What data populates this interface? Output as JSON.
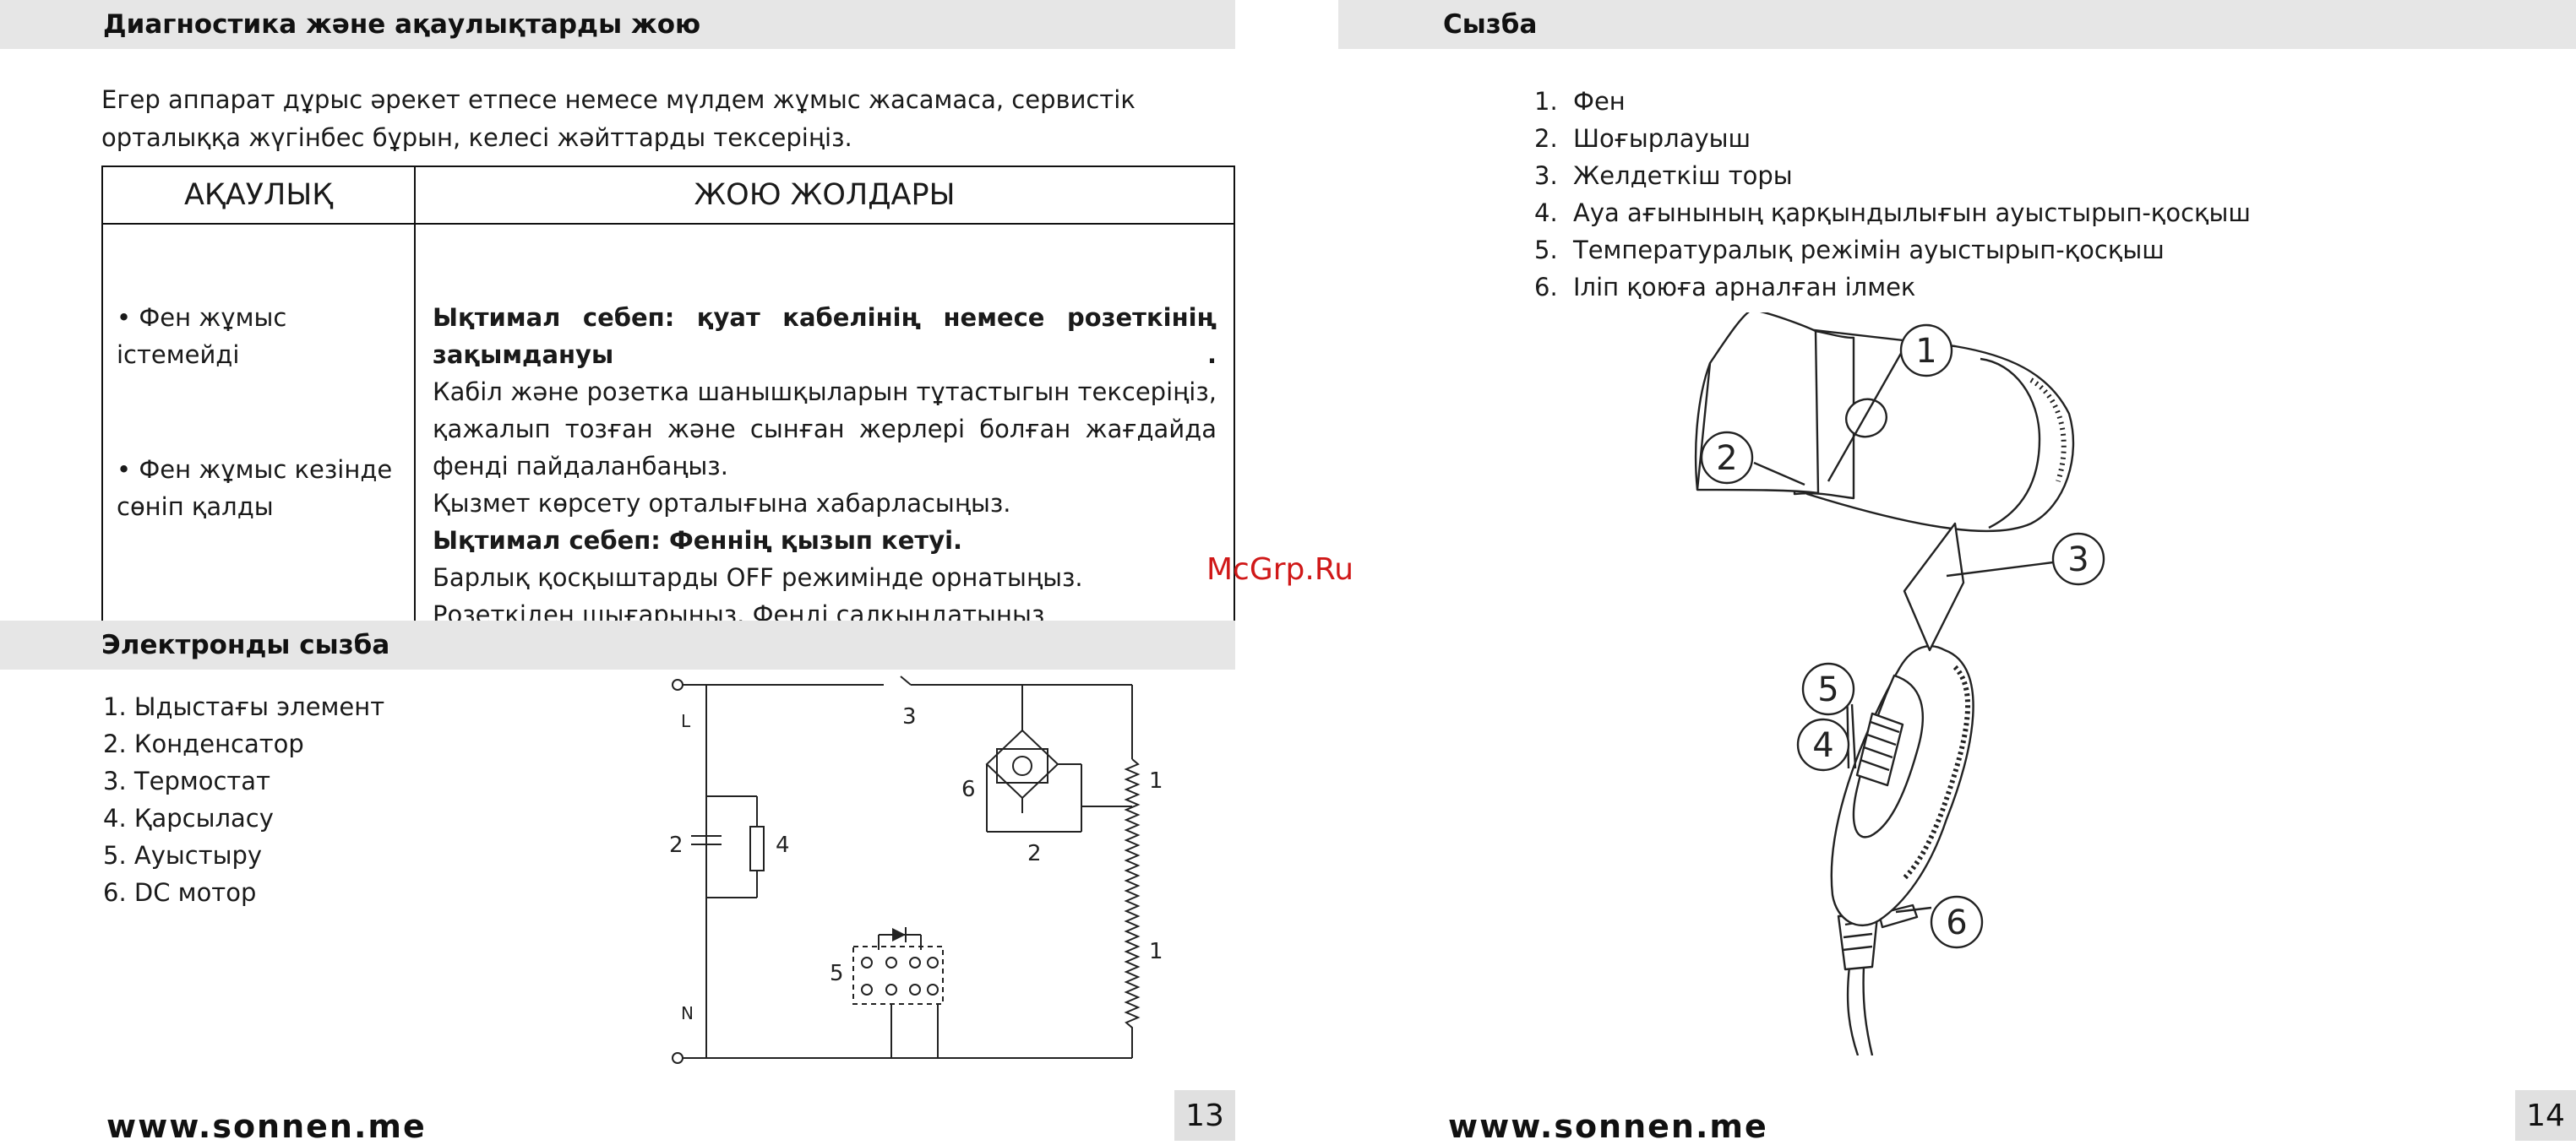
{
  "left_page": {
    "heading": "Диагностика және ақаулықтарды жою",
    "intro": "Егер аппарат дұрыс әрекет етпесе немесе мүлдем жұмыс жасамаса, сервистік орталыққа жүгінбес бұрын, келесі жәйттарды тексеріңіз.",
    "table": {
      "col_problem": "АҚАУЛЫҚ",
      "col_solution": "ЖОЮ ЖОЛДАРЫ",
      "rows": [
        {
          "problem": "•  Фен жұмыс істемейді",
          "cause": "Ықтимал себеп: қуат кабелінің немесе розеткінің зақымдануы .",
          "fix1": "Кабіл және розетка шанышқыларын тұтастыгын тексеріңіз, қажалып тозған және сынған жерлері болған жағдайда фенді пайдаланбаңыз.",
          "fix2": "Қызмет көрсету орталығына хабарласыңыз."
        },
        {
          "problem": "•  Фен жұмыс кезінде сөніп қалды",
          "cause": "Ықтимал себеп: Феннің қызып кетуі.",
          "fix1": "Барлық қосқыштарды OFF режимінде орнатыңыз. Розеткіден шығарыңыз. Фенді салқындатыңыз",
          "fix2": ""
        }
      ]
    },
    "electronic_heading": "Электронды сызба",
    "electronic_items": [
      "1. Ыдыстағы элемент",
      "2. Конденсатор",
      "3. Термостат",
      "4. Қарсыласу",
      "5. Ауыстыру",
      "6. DC мотор"
    ],
    "circuit_labels": {
      "L": "L",
      "N": "N",
      "c1a": "1",
      "c1b": "1",
      "c2a": "2",
      "c2b": "2",
      "c3": "3",
      "c4": "4",
      "c5": "5",
      "c6": "6"
    },
    "footer_url": "www.sonnen.me",
    "page_number": "13"
  },
  "right_page": {
    "heading": "Сызба",
    "parts": [
      {
        "num": "1.",
        "label": "Фен"
      },
      {
        "num": "2.",
        "label": "Шоғырлауыш"
      },
      {
        "num": "3.",
        "label": "Желдеткіш торы"
      },
      {
        "num": "4.",
        "label": "Ауа ағынының қарқындылығын ауыстырып-қосқыш"
      },
      {
        "num": "5.",
        "label": "Температуралық режімін ауыстырып-қосқыш"
      },
      {
        "num": "6.",
        "label": "Іліп қоюға арналған ілмек"
      }
    ],
    "callouts": {
      "c1": "1",
      "c2": "2",
      "c3": "3",
      "c4": "4",
      "c5": "5",
      "c6": "6"
    },
    "footer_url": "www.sonnen.me",
    "page_number": "14"
  },
  "watermark": "McGrp.Ru"
}
